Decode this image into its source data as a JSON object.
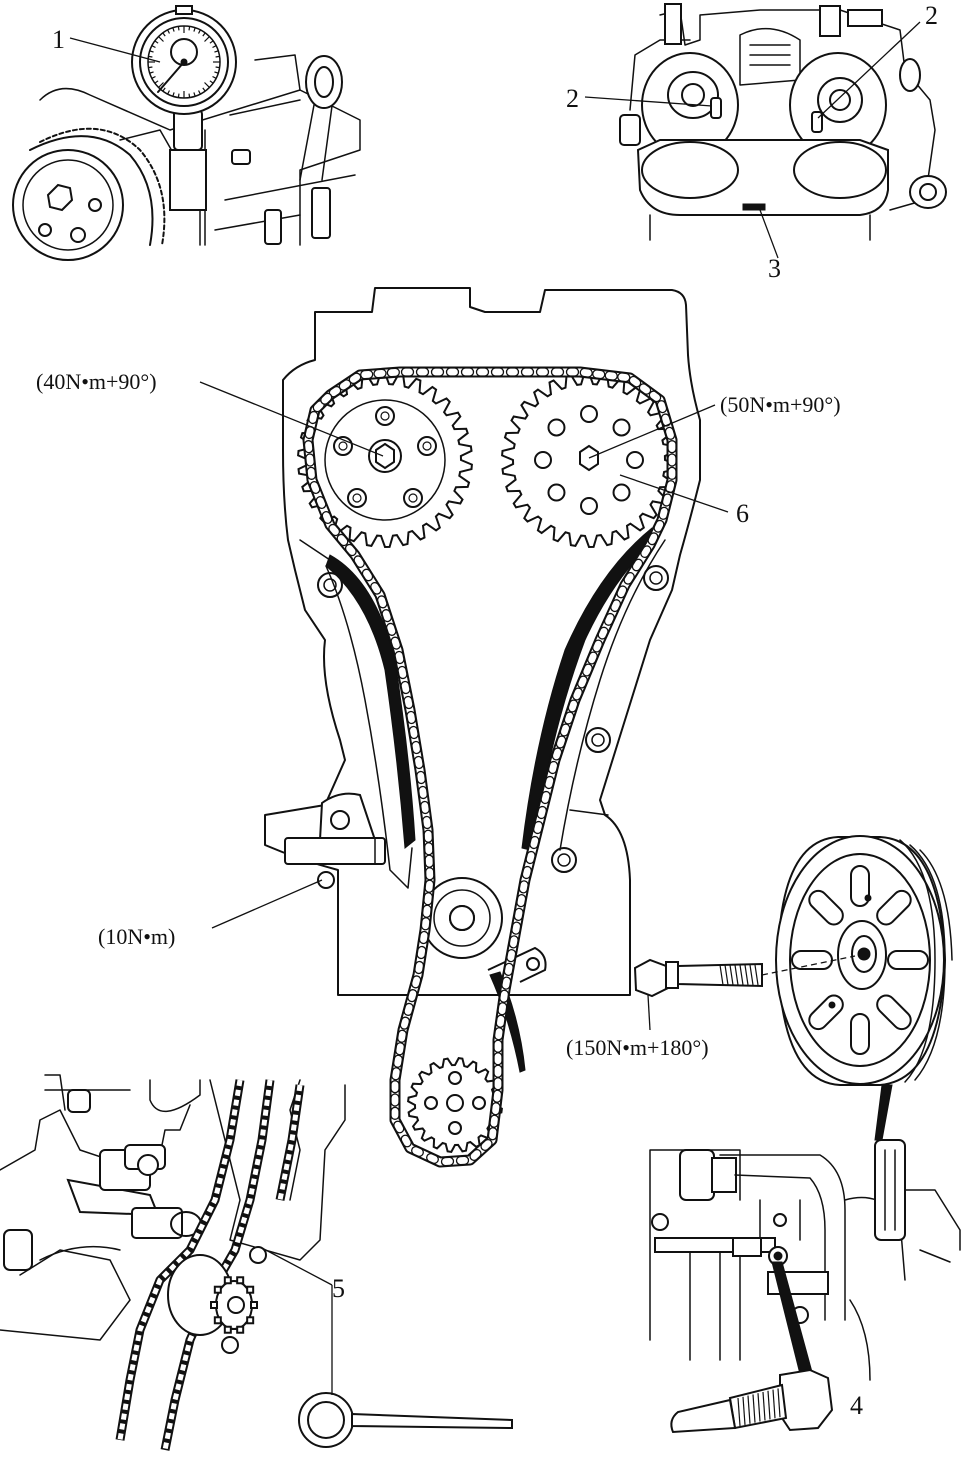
{
  "labels": {
    "item1": "1",
    "item2a": "2",
    "item2b": "2",
    "item3": "3",
    "item4": "4",
    "item5": "5",
    "item6": "6"
  },
  "torques": {
    "intake_sprocket": "(40N•m+90°)",
    "exhaust_sprocket": "(50N•m+90°)",
    "tensioner": "(10N•m)",
    "crank_pulley_bolt": "(150N•m+180°)"
  }
}
